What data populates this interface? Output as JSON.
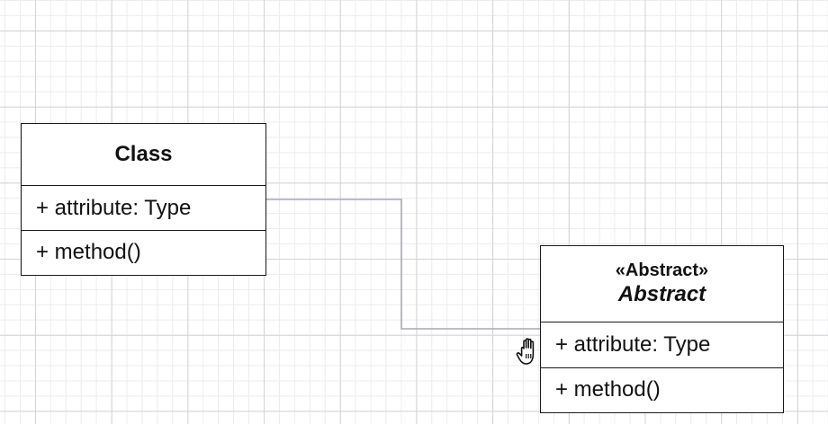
{
  "diagram": {
    "class_box": {
      "title": "Class",
      "attribute": "+ attribute: Type",
      "method": "+ method()"
    },
    "abstract_box": {
      "stereotype": "«Abstract»",
      "title": "Abstract",
      "attribute": "+ attribute: Type",
      "method": "+ method()"
    }
  },
  "colors": {
    "grid_minor": "#ececf0",
    "grid_major": "#d3d3d8",
    "border": "#1a1a1a",
    "connector": "#a7a7b4"
  },
  "icons": {
    "cursor": "hand-grab-cursor-icon"
  }
}
